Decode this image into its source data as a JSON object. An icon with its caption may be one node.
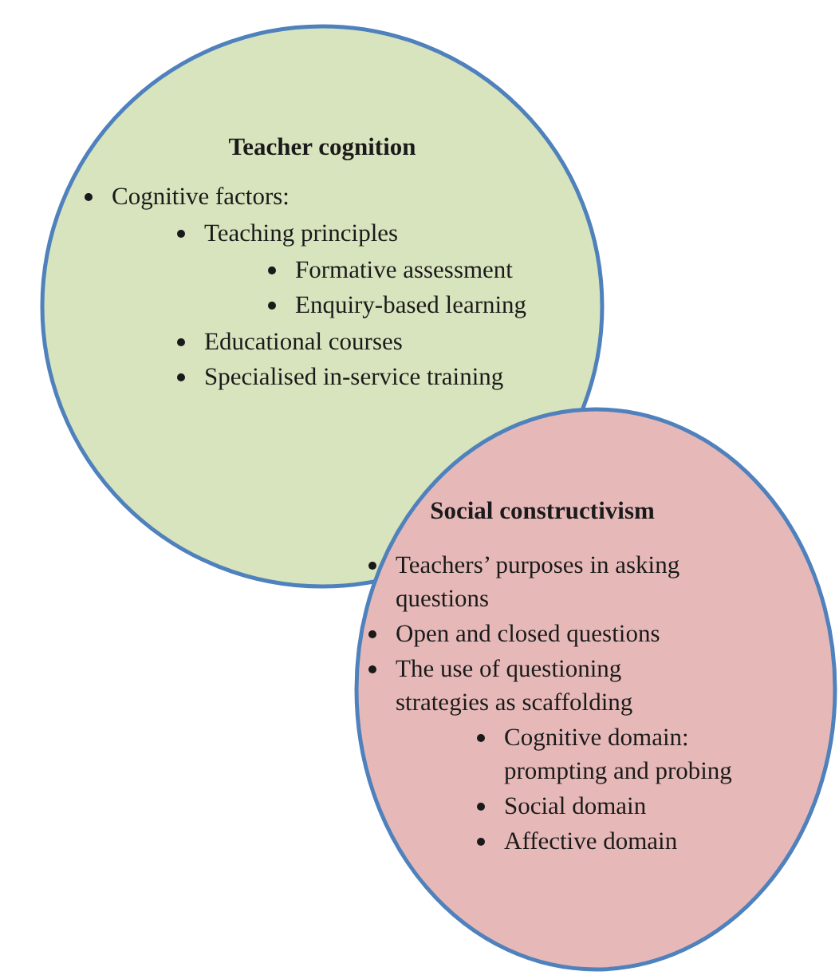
{
  "diagram": {
    "nodes": [
      {
        "text": [
          "Teacher cognition",
          "Cognitive factors:",
          "Teaching principles",
          "Formative assessment",
          "Enquiry-based learning",
          "Educational courses",
          "Specialised in-service training"
        ]
      },
      {
        "text": [
          "Social constructivism",
          "Teachers’ purposes in asking questions",
          "Open and closed questions",
          "The use of questioning strategies as scaffolding",
          "Cognitive domain: prompting and probing",
          "Social domain",
          "Affective domain"
        ]
      }
    ]
  }
}
